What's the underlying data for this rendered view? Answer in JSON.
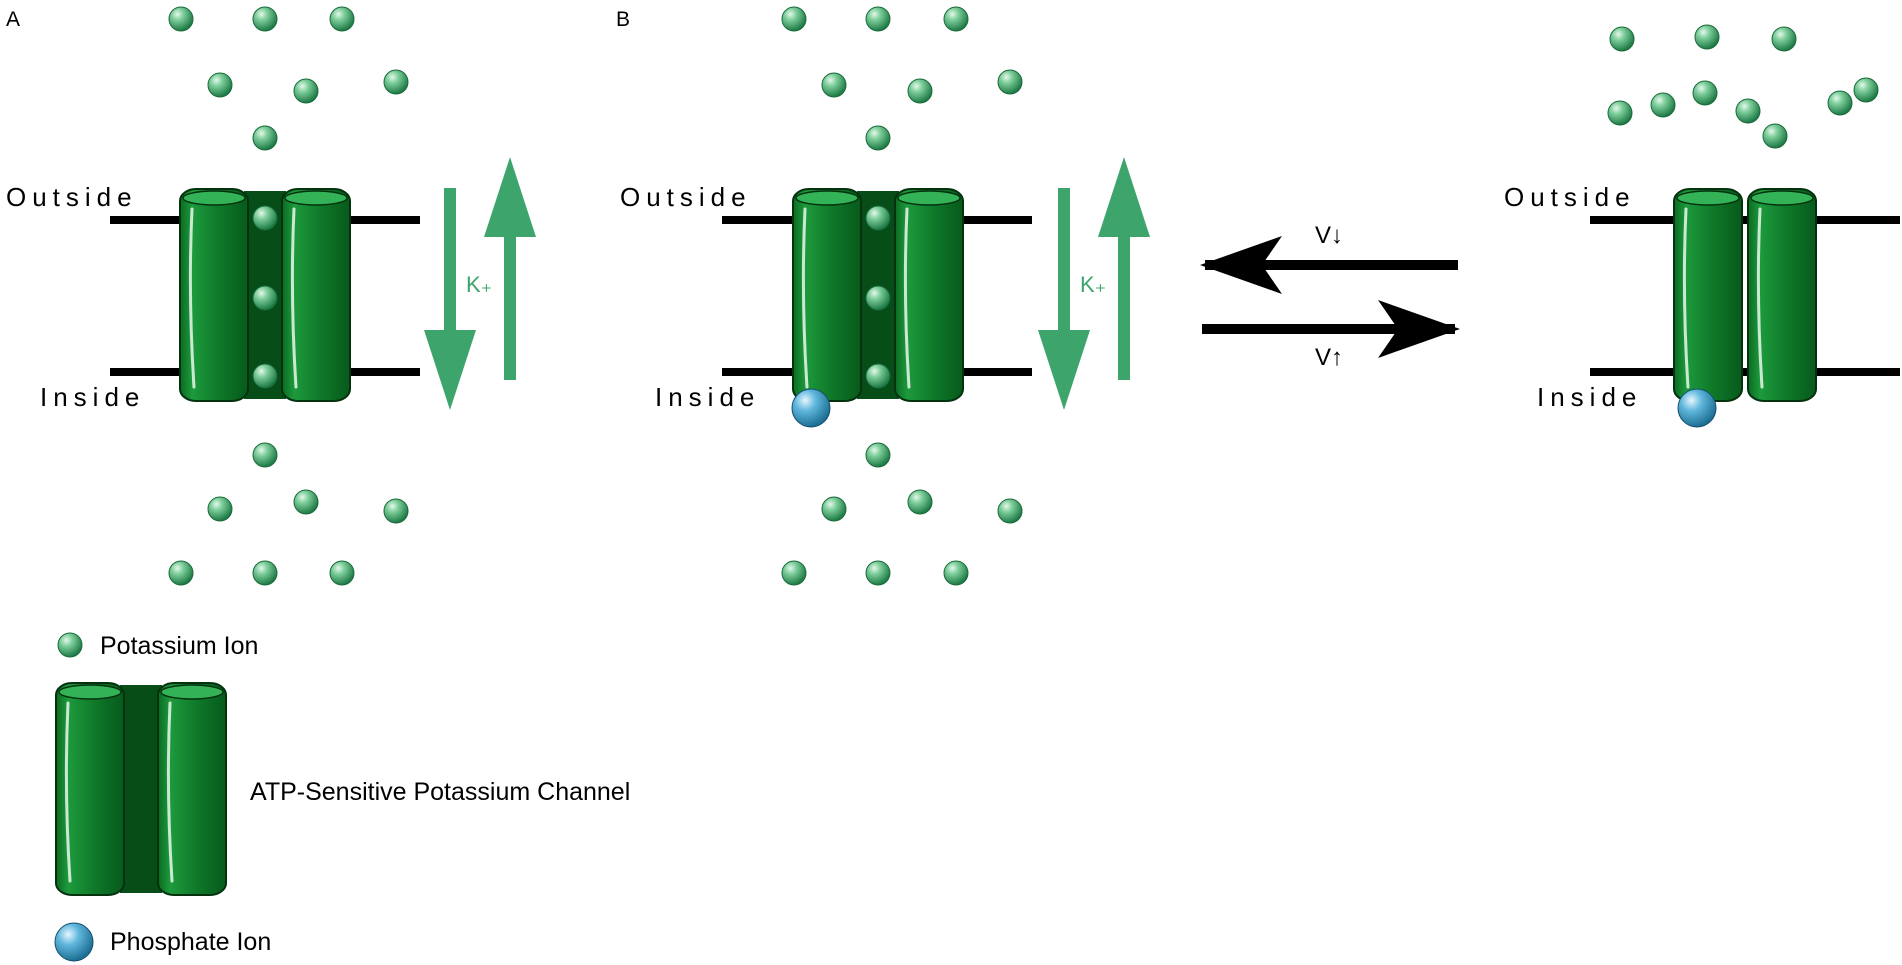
{
  "panels": {
    "a": {
      "letter": "A",
      "outside": "Outside",
      "inside": "Inside",
      "flux_label": "K₊"
    },
    "b": {
      "letter": "B",
      "outside": "Outside",
      "inside": "Inside",
      "flux_label": "K₊"
    },
    "c": {
      "outside": "Outside",
      "inside": "Inside"
    }
  },
  "equilibrium": {
    "reverse_label": "V↓",
    "forward_label": "V↑"
  },
  "legend": {
    "potassium_ion": "Potassium Ion",
    "channel": "ATP-Sensitive Potassium Channel",
    "phosphate_ion": "Phosphate Ion"
  },
  "colors": {
    "channel_fill": "#0f7a2a",
    "channel_pore": "#064d17",
    "flux_arrow": "#3da56c",
    "membrane": "#000000",
    "potassium_ion": "#4caf7a",
    "phosphate_ion": "#2f8fb8"
  },
  "icons": {
    "potassium_ion": "green-sphere-icon",
    "phosphate_ion": "blue-sphere-icon",
    "channel": "ion-channel-icon"
  }
}
